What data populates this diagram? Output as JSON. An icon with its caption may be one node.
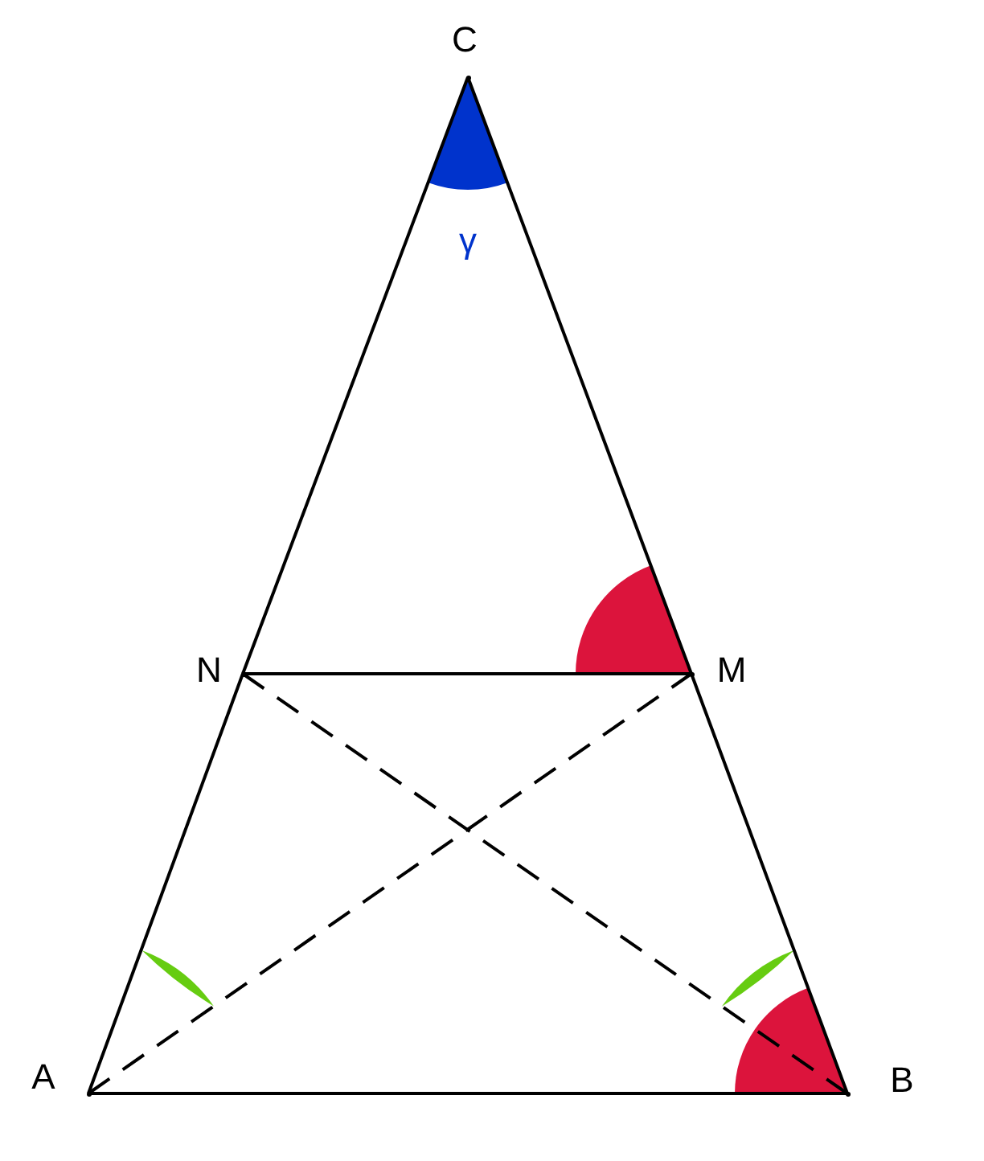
{
  "diagram": {
    "nodes": [
      {
        "text": [],
        "shape": "point",
        "beside": [
          "C"
        ]
      },
      {
        "text": [],
        "shape": "point",
        "beside": [
          "N"
        ]
      },
      {
        "text": [],
        "shape": "point",
        "beside": [
          "M"
        ]
      },
      {
        "text": [],
        "shape": "point",
        "beside": [
          "A"
        ]
      },
      {
        "text": [],
        "shape": "point",
        "beside": [
          "B"
        ]
      }
    ],
    "edges": [
      {
        "from": 3,
        "to": 1,
        "arrow": "none"
      },
      {
        "from": 1,
        "to": 0,
        "arrow": "none"
      },
      {
        "from": 0,
        "to": 2,
        "arrow": "none"
      },
      {
        "from": 2,
        "to": 4,
        "arrow": "none"
      },
      {
        "from": 3,
        "to": 4,
        "arrow": "none"
      },
      {
        "from": 1,
        "to": 2,
        "arrow": "none"
      },
      {
        "from": 3,
        "to": 2,
        "arrow": "none",
        "style": "dashed"
      },
      {
        "from": 1,
        "to": 4,
        "arrow": "none",
        "style": "dashed"
      }
    ],
    "labels": [
      "γ"
    ]
  }
}
